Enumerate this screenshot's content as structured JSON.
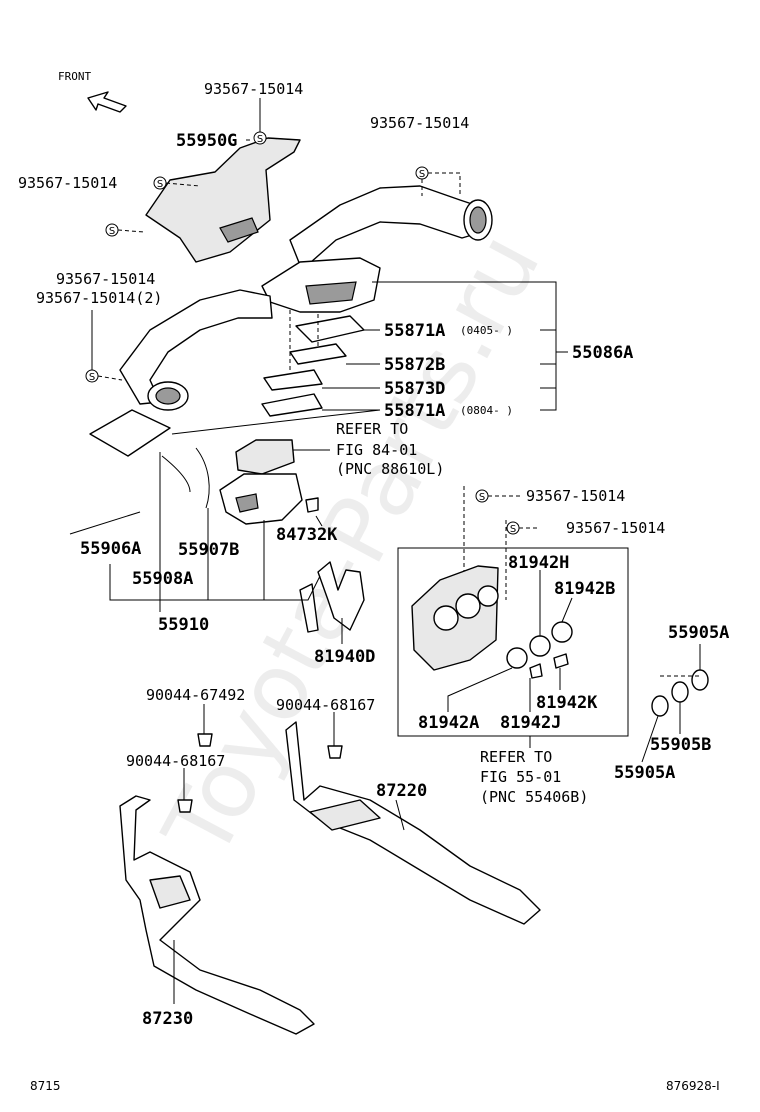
{
  "watermark": "Toyota-Parts.ru",
  "front_label": "FRONT",
  "screw_symbol": "S",
  "labels": {
    "p93567_top": "93567-15014",
    "p93567_right": "93567-15014",
    "p55950G": "55950G",
    "p93567_left": "93567-15014",
    "p93567_a": "93567-15014",
    "p93567_b": "93567-15014(2)",
    "p55871A_1": "55871A",
    "p55871A_1_note": "(0405-    )",
    "p55872B": "55872B",
    "p55873D": "55873D",
    "p55871A_2": "55871A",
    "p55871A_2_note": "(0804-    )",
    "p55086A": "55086A",
    "refer1_line1": "REFER TO",
    "refer1_line2": "FIG 84-01",
    "refer1_line3": "(PNC 88610L)",
    "p93567_mid1": "93567-15014",
    "p93567_mid2": "93567-15014",
    "p55906A": "55906A",
    "p55907B": "55907B",
    "p84732K": "84732K",
    "p55908A": "55908A",
    "p81942H": "81942H",
    "p81942B": "81942B",
    "p55910": "55910",
    "p81940D": "81940D",
    "p55905A_top": "55905A",
    "p81942K": "81942K",
    "p90044_67492": "90044-67492",
    "p90044_68167_r": "90044-68167",
    "p81942A": "81942A",
    "p81942J": "81942J",
    "p55905B": "55905B",
    "p90044_68167_l": "90044-68167",
    "refer2_line1": "REFER TO",
    "refer2_line2": "FIG 55-01",
    "refer2_line3": "(PNC 55406B)",
    "p55905A_bot": "55905A",
    "p87220": "87220",
    "p87230": "87230"
  },
  "footer": {
    "left_code": "8715",
    "right_code": "876928-I"
  }
}
